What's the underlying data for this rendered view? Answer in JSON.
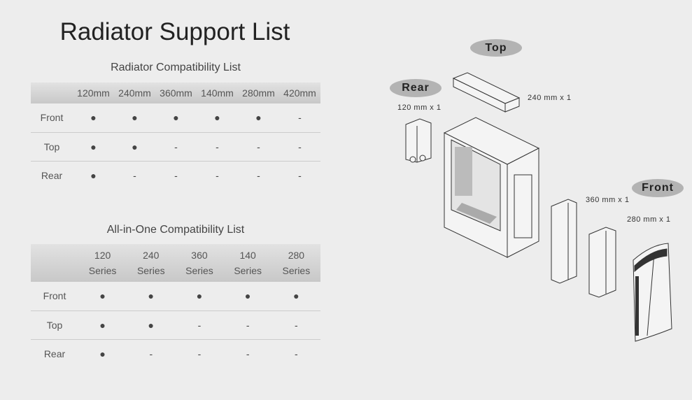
{
  "title": "Radiator Support List",
  "radiator": {
    "caption": "Radiator Compatibility List",
    "columns": [
      "120mm",
      "240mm",
      "360mm",
      "140mm",
      "280mm",
      "420mm"
    ],
    "rows": [
      {
        "label": "Front",
        "cells": [
          "●",
          "●",
          "●",
          "●",
          "●",
          "-"
        ]
      },
      {
        "label": "Top",
        "cells": [
          "●",
          "●",
          "-",
          "-",
          "-",
          "-"
        ]
      },
      {
        "label": "Rear",
        "cells": [
          "●",
          "-",
          "-",
          "-",
          "-",
          "-"
        ]
      }
    ]
  },
  "aio": {
    "caption": "All-in-One Compatibility List",
    "columns": [
      [
        "120",
        "Series"
      ],
      [
        "240",
        "Series"
      ],
      [
        "360",
        "Series"
      ],
      [
        "140",
        "Series"
      ],
      [
        "280",
        "Series"
      ]
    ],
    "rows": [
      {
        "label": "Front",
        "cells": [
          "●",
          "●",
          "●",
          "●",
          "●"
        ]
      },
      {
        "label": "Top",
        "cells": [
          "●",
          "●",
          "-",
          "-",
          "-"
        ]
      },
      {
        "label": "Rear",
        "cells": [
          "●",
          "-",
          "-",
          "-",
          "-"
        ]
      }
    ]
  },
  "diagram": {
    "top": "Top",
    "rear": "Rear",
    "front": "Front",
    "top_size": "240 mm x 1",
    "rear_size": "120 mm x 1",
    "front_size_a": "360 mm x 1",
    "front_size_b": "280 mm x 1"
  }
}
